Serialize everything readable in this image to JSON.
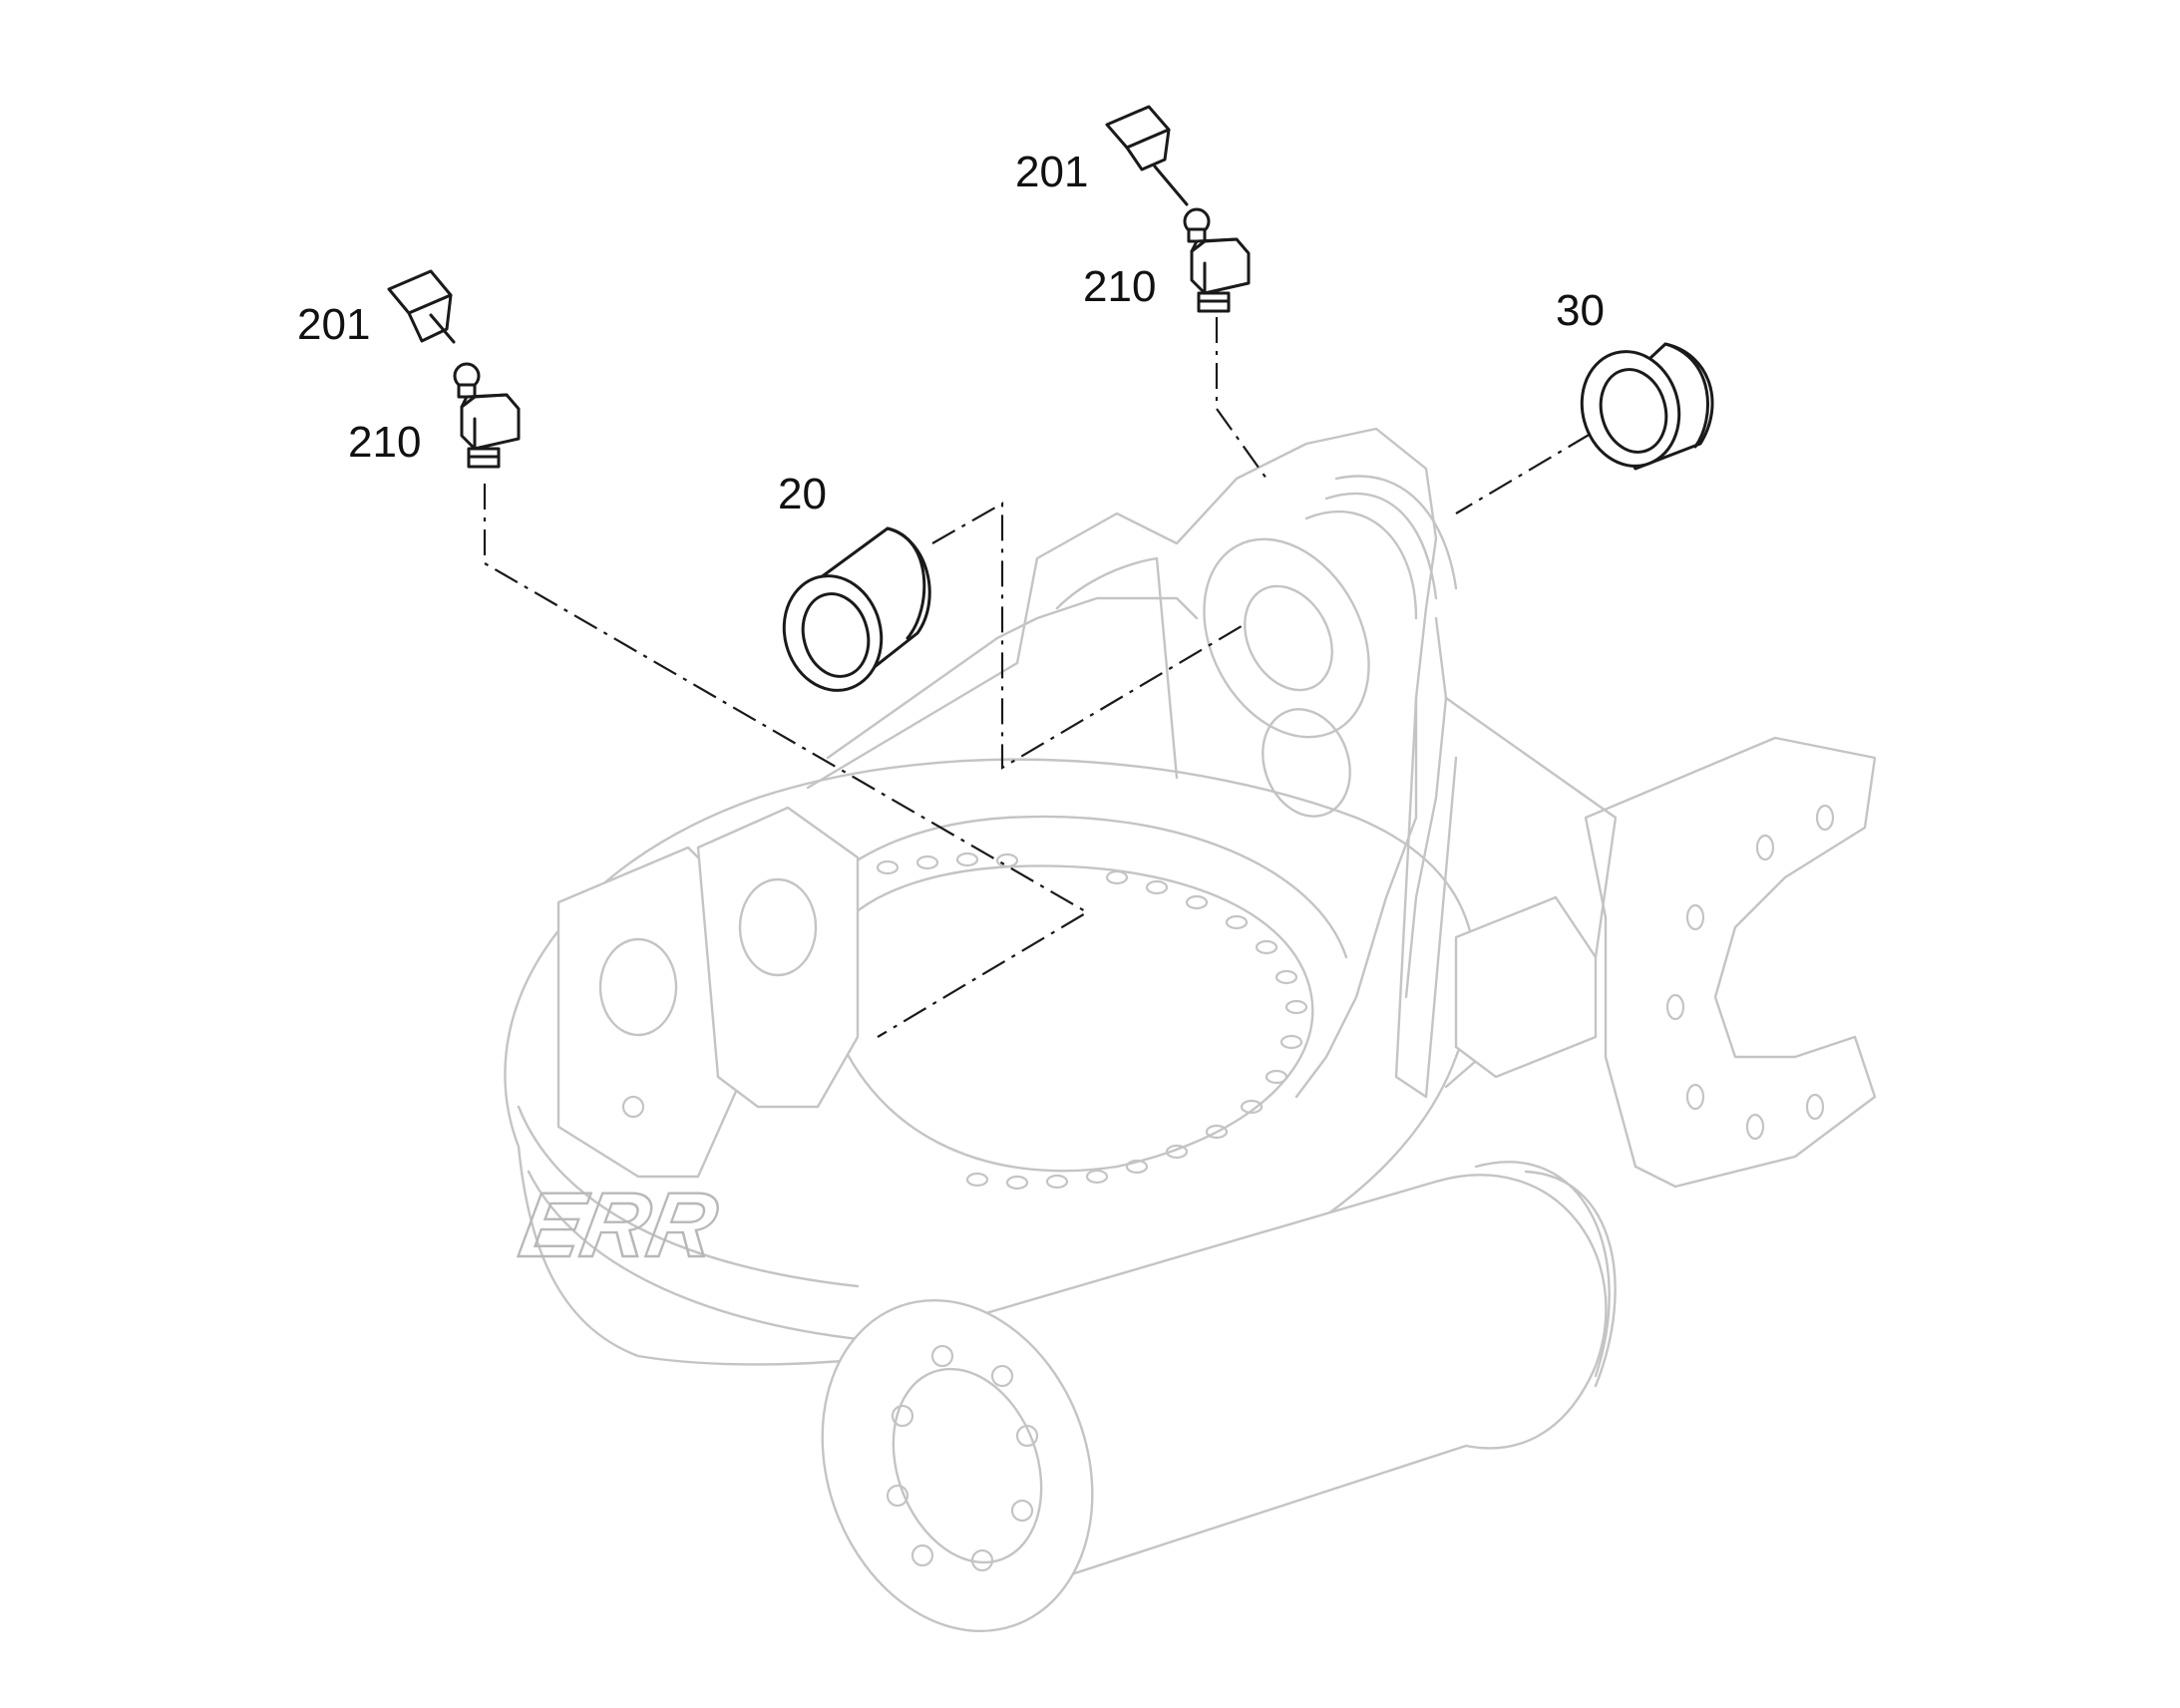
{
  "diagram": {
    "callouts": [
      {
        "id": "201-left",
        "text": "201"
      },
      {
        "id": "210-left",
        "text": "210"
      },
      {
        "id": "201-top",
        "text": "201"
      },
      {
        "id": "210-top",
        "text": "210"
      },
      {
        "id": "20",
        "text": "20"
      },
      {
        "id": "30",
        "text": "30"
      }
    ],
    "logo_text": "ERR",
    "colors": {
      "housing_outline": "#c4c4c4",
      "part_outline": "#1a1a1a",
      "background": "#ffffff"
    }
  }
}
